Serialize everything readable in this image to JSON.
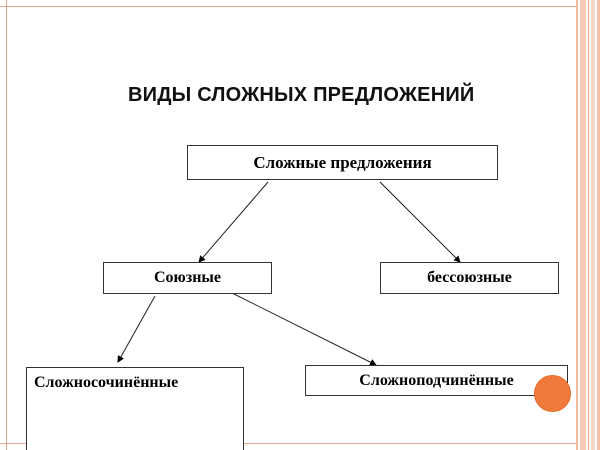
{
  "title": "ВИДЫ СЛОЖНЫХ ПРЕДЛОЖЕНИЙ",
  "nodes": {
    "complex": "Сложные предложения",
    "conjunctive": "Союзные",
    "asyndetic": "бессоюзные",
    "compound": "Сложносочинённые",
    "complex_subordinate": "Сложноподчинённые"
  },
  "colors": {
    "frame": "#e7a98e",
    "accent_dot": "#f07a3c",
    "stripe": "#f0b9a0"
  }
}
